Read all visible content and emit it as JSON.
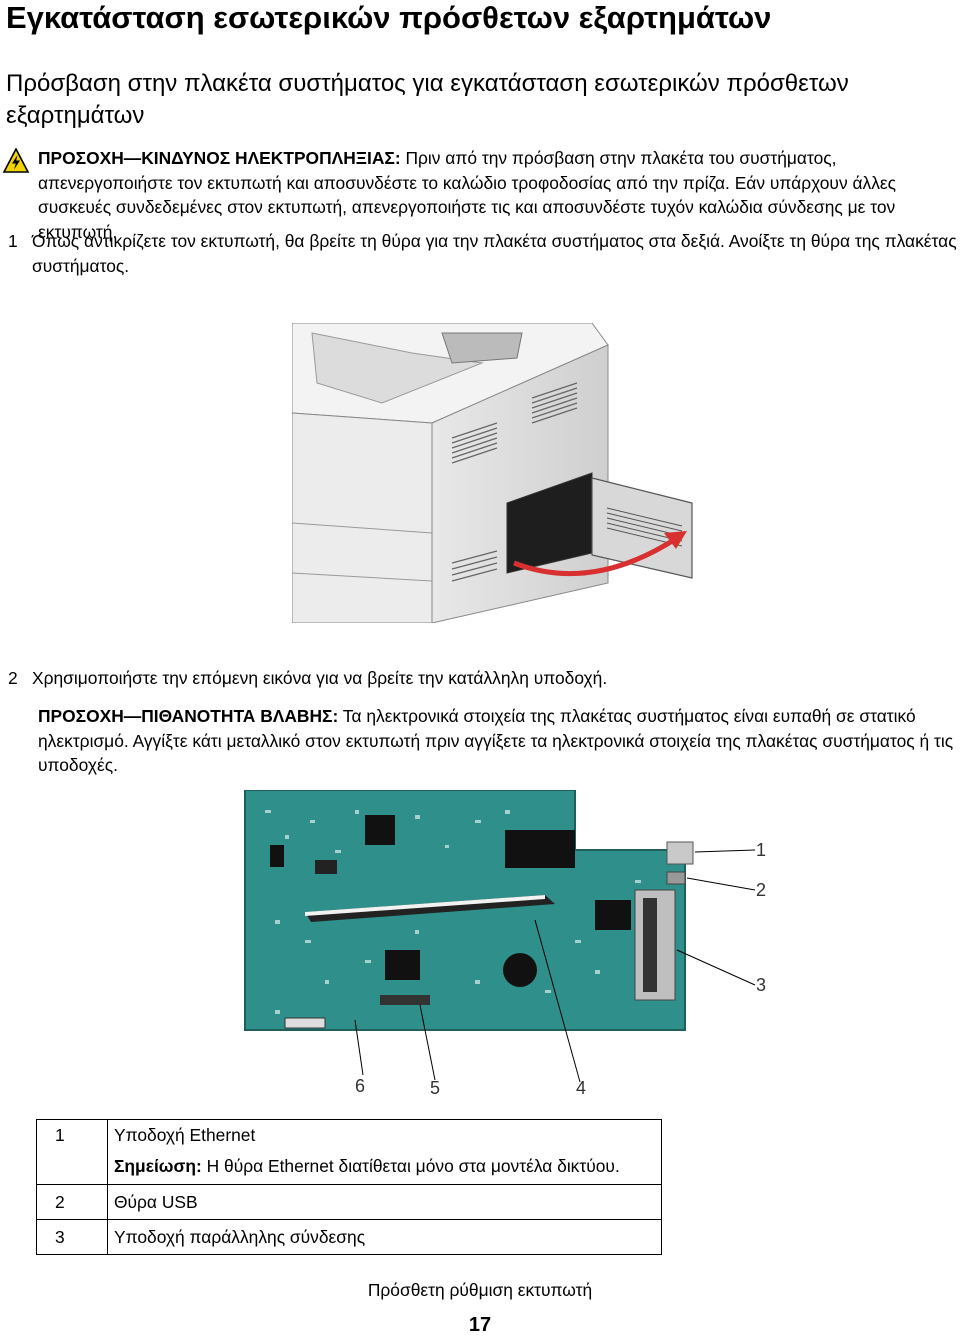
{
  "title": "Εγκατάσταση εσωτερικών πρόσθετων εξαρτημάτων",
  "subtitle": "Πρόσβαση στην πλακέτα συστήματος για εγκατάσταση εσωτερικών πρόσθετων εξαρτημάτων",
  "caution1": {
    "label": "ΠΡΟΣΟΧΗ—ΚΙΝΔΥΝΟΣ ΗΛΕΚΤΡΟΠΛΗΞΙΑΣ:",
    "text": " Πριν από την πρόσβαση στην πλακέτα του συστήματος, απενεργοποιήστε τον εκτυπωτή και αποσυνδέστε το καλώδιο τροφοδοσίας από την πρίζα. Εάν υπάρχουν άλλες συσκευές συνδεδεμένες στον εκτυπωτή, απενεργοποιήστε τις και αποσυνδέστε τυχόν καλώδια σύνδεσης με τον εκτυπωτή."
  },
  "step1": {
    "num": "1",
    "text": "Όπως αντικρίζετε τον εκτυπωτή, θα βρείτε τη θύρα για την πλακέτα συστήματος στα δεξιά. Ανοίξτε τη θύρα της πλακέτας συστήματος."
  },
  "step2": {
    "num": "2",
    "text": "Χρησιμοποιήστε την επόμενη εικόνα για να βρείτε την κατάλληλη υποδοχή."
  },
  "caution2": {
    "label": "ΠΡΟΣΟΧΗ—ΠΙΘΑΝΟΤΗΤΑ ΒΛΑΒΗΣ:",
    "text": " Τα ηλεκτρονικά στοιχεία της πλακέτας συστήματος είναι ευπαθή σε στατικό ηλεκτρισμό. Αγγίξτε κάτι μεταλλικό στον εκτυπωτή πριν αγγίξετε τα ηλεκτρονικά στοιχεία της πλακέτας συστήματος ή τις υποδοχές."
  },
  "callouts": [
    "1",
    "2",
    "3",
    "4",
    "5",
    "6"
  ],
  "legend": {
    "rows": [
      {
        "num": "1",
        "label": "Υποδοχή Ethernet",
        "note_label": "Σημείωση:",
        "note_text": " Η θύρα Ethernet διατίθεται μόνο στα μοντέλα δικτύου."
      },
      {
        "num": "2",
        "label": "Θύρα USB"
      },
      {
        "num": "3",
        "label": "Υποδοχή παράλληλης σύνδεσης"
      }
    ]
  },
  "footer": {
    "text": "Πρόσθετη ρύθμιση εκτυπωτή",
    "page": "17"
  },
  "colors": {
    "board_green": "#2f8f8a",
    "warning_yellow": "#f2d300"
  }
}
